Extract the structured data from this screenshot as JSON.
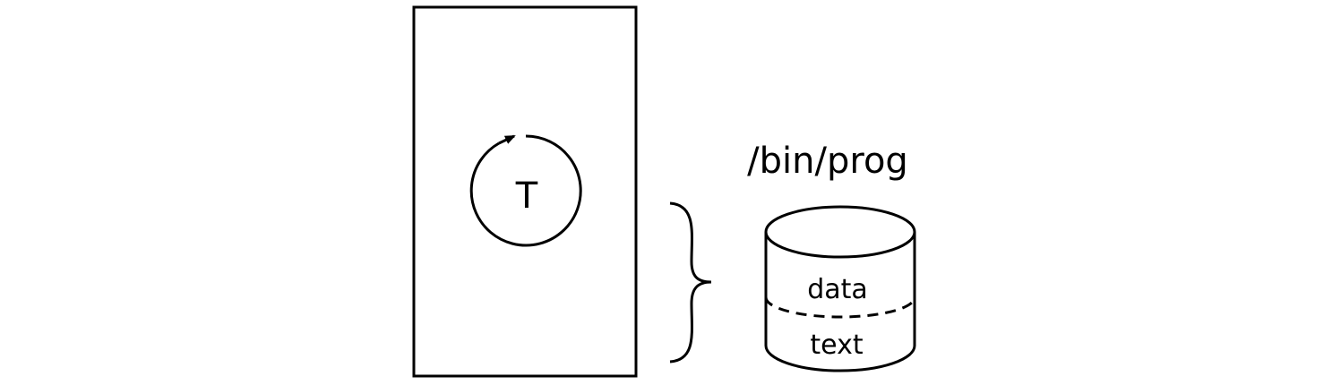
{
  "diagram": {
    "thread_label": "T",
    "program_path": "/bin/prog",
    "segments": {
      "data": "data",
      "text": "text"
    },
    "colors": {
      "stroke": "#000000",
      "background": "#ffffff"
    }
  }
}
